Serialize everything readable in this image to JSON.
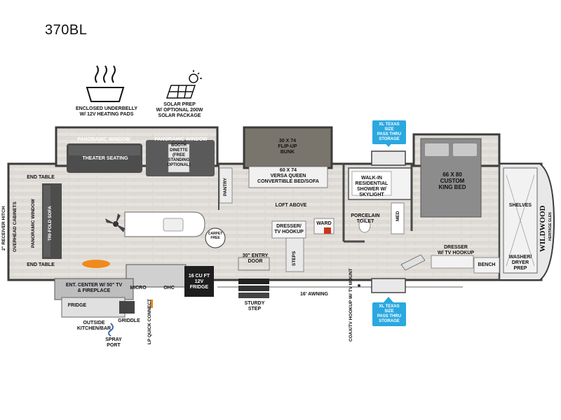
{
  "model": "370BL",
  "features": {
    "underbelly": "ENCLOSED UNDERBELLY\nW/ 12V HEATING PADS",
    "solar": "SOLAR PREP\nW/ OPTIONAL 200W\nSOLAR PACKAGE"
  },
  "labels": {
    "panoramic_window_1": "PANORAMIC WINDOW",
    "panoramic_window_2": "PANORAMIC WINDOW",
    "theater_seating": "THEATER SEATING",
    "booth_dinette": "BOOTH\nDINETTE\n(FREE\nSTANDING\nOPTIONAL)",
    "flip_up_bunk": "30 X 74\nFLIP-UP\nBUNK",
    "versa_queen": "60 X 74\nVERSA QUEEN\nCONVERTIBLE BED/SOFA",
    "loft_above": "LOFT ABOVE",
    "pantry": "PANTRY",
    "dresser_tv": "DRESSER/\nTV HOOKUP",
    "ward": "WARD",
    "steps": "STEPS",
    "entry_door": "30\" ENTRY\nDOOR",
    "walk_in_shower": "WALK-IN\nRESIDENTIAL\nSHOWER W/\nSKYLIGHT",
    "porcelain_toilet": "PORCELAIN\nTOILET",
    "med": "MED",
    "king_bed": "66 X  80\nCUSTOM\nKING BED",
    "dresser_tv_bedroom": "DRESSER\nW/ TV HOOKUP",
    "bench": "BENCH",
    "shelves": "SHELVES",
    "washer_dryer": "WASHER/\nDRYER\nPREP",
    "end_table_top": "END TABLE",
    "end_table_bottom": "END TABLE",
    "panoramic_window_side": "PANORAMIC WINDOW",
    "tri_fold_sofa": "TRI-FOLD SOFA",
    "overhead_cabinets": "OVERHEAD CABINETS",
    "receiver_hitch": "2\" RECEIVER HITCH",
    "carpet_free": "CARPET\nFREE",
    "ent_center": "ENT. CENTER W/ 50\" TV\n& FIREPLACE",
    "micro": "MICRO",
    "ohc": "OHC",
    "fridge_12v": "16 CU FT\n12V\nFRIDGE",
    "fridge_outside": "FRIDGE",
    "outside_kitchen": "OUTSIDE\nKITCHEN/BAR",
    "griddle": "GRIDDLE",
    "spray_port": "SPRAY\nPORT",
    "lp_quick_connect": "LP QUICK\nCONNECT",
    "sturdy_step": "STURDY\nSTEP",
    "awning": "16' AWNING",
    "coax_tv": "COAX/TV HOOKUP\nW/ TV MOUNT",
    "storage_top": "XL TEXAS SIZE\nPASS THRU\nSTORAGE",
    "storage_bottom": "XL TEXAS SIZE\nPASS THRU\nSTORAGE",
    "brand": "WILDWOOD",
    "brand_sub": "HERITAGE GLEN"
  },
  "colors": {
    "floor": "#d9d6d2",
    "wall": "#4a4a4a",
    "slide": "#3a3a3a",
    "bed": "#8c8c8c",
    "bunk": "#7a756c",
    "accent": "#2aa8e0",
    "fire": "#f08a1c"
  }
}
